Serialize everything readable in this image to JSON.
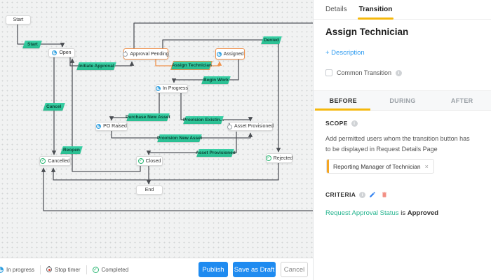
{
  "flow": {
    "nodes": [
      {
        "id": "start",
        "label": "Start",
        "icon": "none"
      },
      {
        "id": "open",
        "label": "Open",
        "icon": "clock-blue"
      },
      {
        "id": "approval-pending",
        "label": "Approval Pending",
        "icon": "stopwatch"
      },
      {
        "id": "assigned",
        "label": "Assigned",
        "icon": "clock-blue"
      },
      {
        "id": "in-progress",
        "label": "In Progress",
        "icon": "clock-blue"
      },
      {
        "id": "po-raised",
        "label": "PO Raised",
        "icon": "clock-blue"
      },
      {
        "id": "asset-provisioned",
        "label": "Asset Provisioned",
        "icon": "stopwatch"
      },
      {
        "id": "cancelled",
        "label": "Cancelled",
        "icon": "check-green"
      },
      {
        "id": "closed",
        "label": "Closed",
        "icon": "check-green"
      },
      {
        "id": "rejected",
        "label": "Rejected",
        "icon": "check-green"
      },
      {
        "id": "end",
        "label": "End",
        "icon": "none"
      }
    ],
    "transitions": [
      {
        "label": "Start"
      },
      {
        "label": "Initiate Approval"
      },
      {
        "label": "Assign Technician",
        "selected": true
      },
      {
        "label": "Denied"
      },
      {
        "label": "Begin Work"
      },
      {
        "label": "Cancel"
      },
      {
        "label": "Purchase New Asset"
      },
      {
        "label": "Provision Existin..."
      },
      {
        "label": "Provision New Asset"
      },
      {
        "label": "Reopen"
      },
      {
        "label": "Asset Provisioned"
      }
    ]
  },
  "panel": {
    "tabs": {
      "details": "Details",
      "transition": "Transition"
    },
    "title": "Assign Technician",
    "description_link": "+ Description",
    "common_transition_label": "Common Transition",
    "stage_tabs": {
      "before": "BEFORE",
      "during": "DURING",
      "after": "AFTER"
    },
    "scope": {
      "heading": "SCOPE",
      "description": "Add permitted users whom the transition button has to be displayed in Request Details Page",
      "tag": "Reporting Manager of Technician",
      "tag_remove": "×"
    },
    "criteria": {
      "heading": "CRITERIA",
      "field": "Request Approval Status",
      "operator": "is",
      "value": "Approved"
    }
  },
  "footer": {
    "legend": [
      {
        "label": "In progress",
        "icon": "clock-blue"
      },
      {
        "label": "Stop timer",
        "icon": "stopwatch-red"
      },
      {
        "label": "Completed",
        "icon": "check-green"
      }
    ],
    "publish": "Publish",
    "save_draft": "Save as Draft",
    "cancel": "Cancel"
  },
  "colors": {
    "transition_teal": "#2ec79b",
    "selection_orange": "#f0924d",
    "button_blue": "#1f8bf0",
    "tab_accent_yellow": "#f5b80c",
    "criteria_field_green": "#26b48f"
  }
}
